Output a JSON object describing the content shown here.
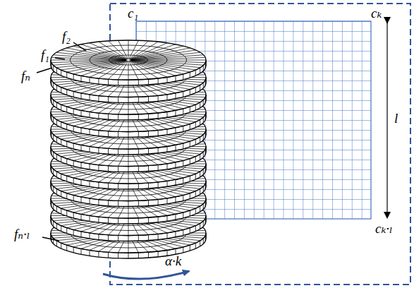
{
  "diagram": {
    "labels": [
      "f₂",
      "f₁",
      "fₙ",
      "fₙ·ₗ",
      "c₁",
      "cₖ",
      "l",
      "cₖ·ₗ",
      "α·k"
    ]
  }
}
